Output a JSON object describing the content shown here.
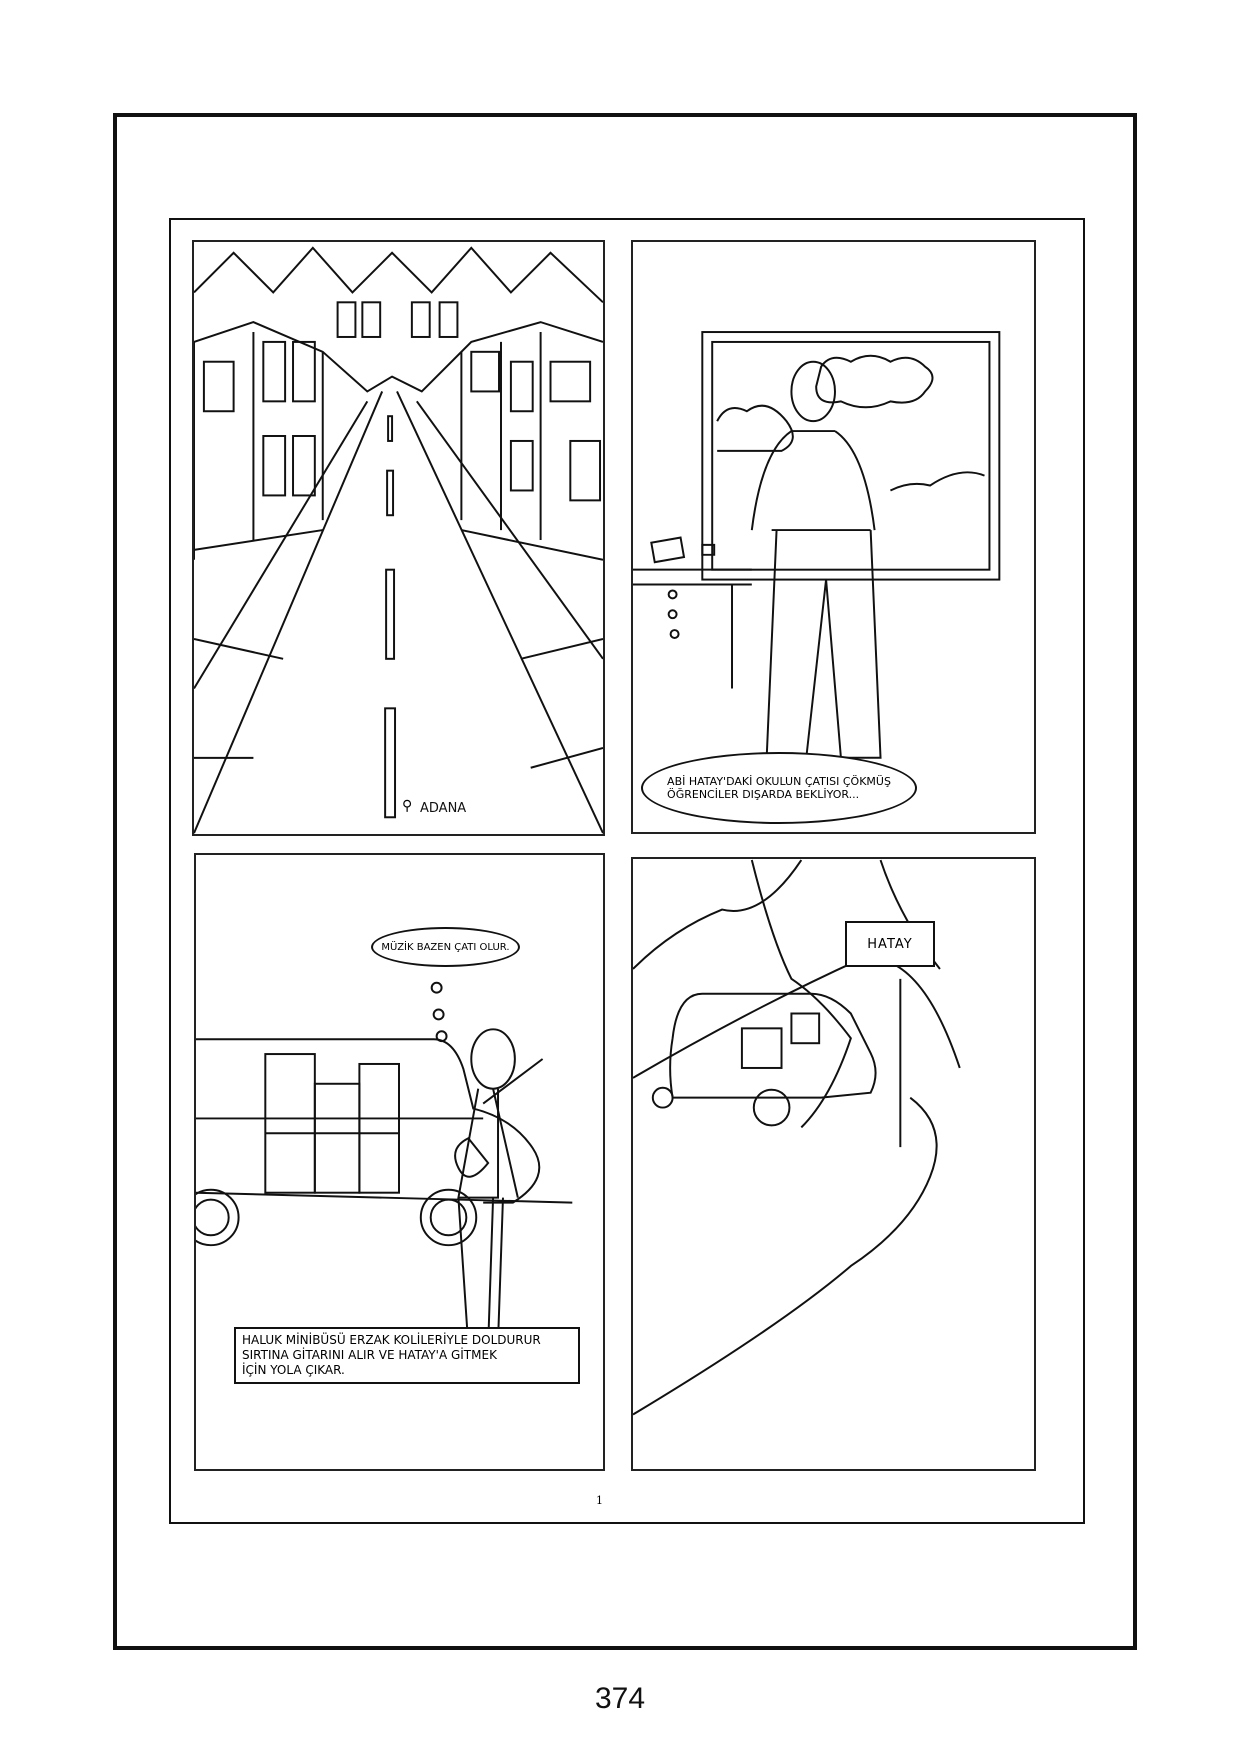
{
  "panel1": {
    "sign": "ADANA"
  },
  "panel2": {
    "speech": "ABİ HATAY'DAKİ OKULUN ÇATISI ÇÖKMÜŞ\nÖĞRENCİLER DIŞARDA BEKLİYOR..."
  },
  "panel3": {
    "thought": "MÜZİK BAZEN ÇATI OLUR.",
    "caption": "HALUK MİNİBÜSÜ ERZAK KOLİLERİYLE DOLDURUR\nSIRTINA GİTARINI ALIR VE HATAY'A GİTMEK\nİÇİN YOLA ÇIKAR."
  },
  "panel4": {
    "sign": "HATAY"
  },
  "inner_page_number": "1",
  "page_number": "374"
}
